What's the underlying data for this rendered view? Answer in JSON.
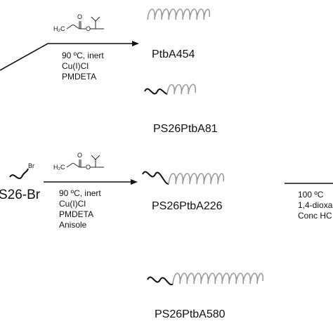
{
  "reaction_top": {
    "conditions": [
      "90 ºC, inert",
      "Cu(I)Cl",
      "PMDETA"
    ]
  },
  "reaction_mid": {
    "conditions": [
      "90 ºC, inert",
      "Cu(I)Cl",
      "PMDETA",
      "Anisole"
    ]
  },
  "reaction_right": {
    "conditions": [
      "100 ºC",
      "1,4-dioxa",
      "Conc HC"
    ]
  },
  "initiator": {
    "label": "S26-Br",
    "bromine": "Br"
  },
  "monomer": {
    "ch2_label": "H₂C",
    "o_label": "O"
  },
  "products": [
    "PtbA454",
    "PS26PtbA81",
    "PS26PtbA226",
    "PS26PtbA580"
  ],
  "colors": {
    "line": "#111111",
    "coil": "#9a9a9a",
    "block": "#111111"
  }
}
